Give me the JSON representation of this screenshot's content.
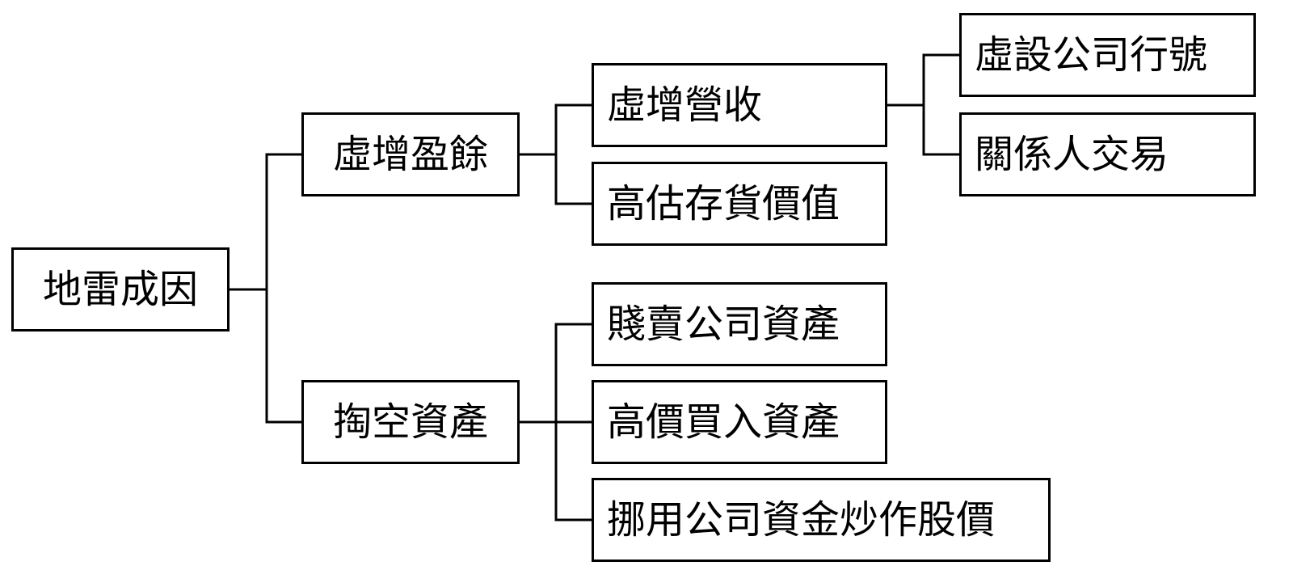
{
  "diagram": {
    "root": "地雷成因",
    "branch_a": {
      "label": "虛增盈餘",
      "child_1": {
        "label": "虛增營收",
        "children": [
          "虛設公司行號",
          "關係人交易"
        ]
      },
      "child_2": "高估存貨價值"
    },
    "branch_b": {
      "label": "掏空資產",
      "children": [
        "賤賣公司資產",
        "高價買入資產",
        "挪用公司資金炒作股價"
      ]
    },
    "colors": {
      "line": "#000000",
      "box_border": "#000000",
      "text": "#000000",
      "background": "#ffffff"
    }
  }
}
